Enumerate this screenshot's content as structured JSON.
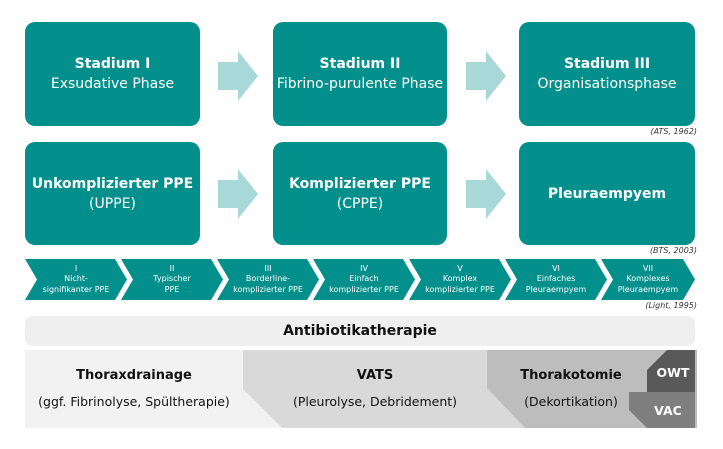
{
  "colors": {
    "teal": "#038f8b",
    "arrow_light_teal": "#a8d8d8",
    "antibiotic_bg": "#efefef",
    "thoraxdrainage_bg": "#f2f2f2",
    "vats_bg": "#d9d9d9",
    "thorakotomie_bg": "#bdbdbd",
    "owt_bg": "#595959",
    "vac_bg": "#7f7f7f"
  },
  "row_ats": {
    "boxes": [
      {
        "title": "Stadium I",
        "subtitle": "Exsudative Phase"
      },
      {
        "title": "Stadium II",
        "subtitle": "Fibrino-purulente Phase"
      },
      {
        "title": "Stadium III",
        "subtitle": "Organisationsphase"
      }
    ],
    "citation": "(ATS, 1962)"
  },
  "row_bts": {
    "boxes": [
      {
        "title": "Unkomplizierter PPE",
        "subtitle": "(UPPE)"
      },
      {
        "title": "Komplizierter PPE",
        "subtitle": "(CPPE)"
      },
      {
        "title": "Pleuraempyem",
        "subtitle": ""
      }
    ],
    "citation": "(BTS, 2003)"
  },
  "light_classes": {
    "items": [
      {
        "numeral": "I",
        "line1": "Nicht-",
        "line2": "signifikanter PPE"
      },
      {
        "numeral": "II",
        "line1": "Typischer",
        "line2": "PPE"
      },
      {
        "numeral": "III",
        "line1": "Borderline-",
        "line2": "komplizierter PPE"
      },
      {
        "numeral": "IV",
        "line1": "Einfach",
        "line2": "komplizierter PPE"
      },
      {
        "numeral": "V",
        "line1": "Komplex",
        "line2": "komplizierter PPE"
      },
      {
        "numeral": "VI",
        "line1": "Einfaches",
        "line2": "Pleuraempyem"
      },
      {
        "numeral": "VII",
        "line1": "Komplexes",
        "line2": "Pleuraempyem"
      }
    ],
    "citation": "(Light, 1995)"
  },
  "antibiotic": {
    "label": "Antibiotikatherapie"
  },
  "therapies": [
    {
      "title": "Thoraxdrainage",
      "subtitle": "(ggf. Fibrinolyse, Spültherapie)"
    },
    {
      "title": "VATS",
      "subtitle": "(Pleurolyse, Debridement)"
    },
    {
      "title": "Thorakotomie",
      "subtitle": "(Dekortikation)"
    }
  ],
  "extra_options": [
    {
      "label": "OWT"
    },
    {
      "label": "VAC"
    }
  ]
}
